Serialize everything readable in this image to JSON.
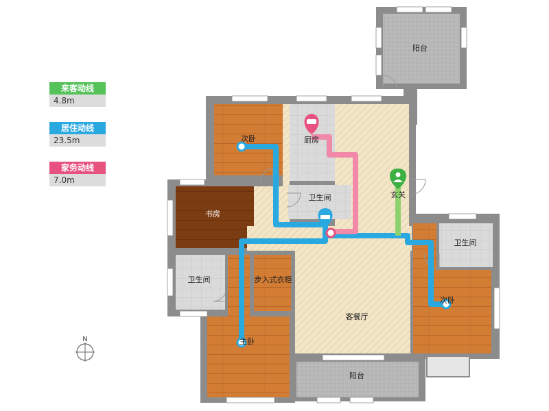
{
  "legend": {
    "guest": {
      "label": "来客动线",
      "value": "4.8m",
      "color": "#56c25a"
    },
    "living": {
      "label": "居住动线",
      "value": "23.5m",
      "color": "#2aa8e0"
    },
    "chores": {
      "label": "家务动线",
      "value": "7.0m",
      "color": "#e8527e"
    }
  },
  "rooms": {
    "balcony_top": "阳台",
    "bedroom_nw": "次卧",
    "kitchen": "厨房",
    "bathroom_center": "卫生间",
    "entrance": "玄关",
    "study": "书房",
    "bathroom_east": "卫生间",
    "bathroom_west": "卫生间",
    "walk_in_closet": "步入式衣柜",
    "living_dining": "客餐厅",
    "bedroom_east": "次卧",
    "master_bedroom": "主卧",
    "balcony_bottom": "阳台"
  },
  "compass": {
    "north": "N"
  },
  "colors": {
    "wall": "#8c8c8c",
    "bedroom_floor": "#d0782e",
    "study_floor": "#7a3b10",
    "tile_floor": "#d6d6d6",
    "balcony_floor": "#b5b5b5",
    "living_floor": "#f2e4c6"
  }
}
